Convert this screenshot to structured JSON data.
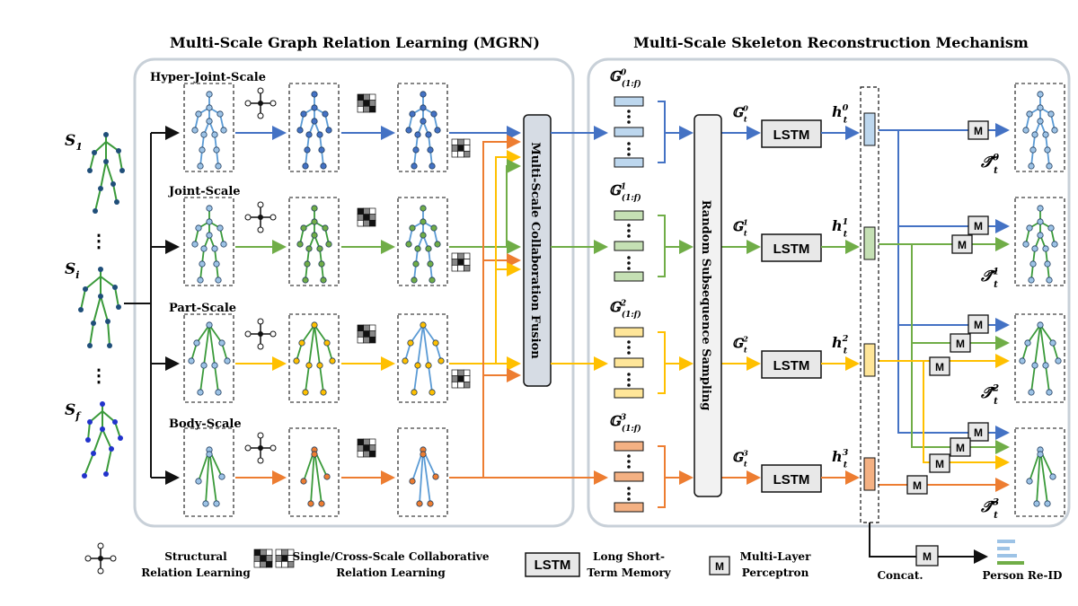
{
  "titles": {
    "mgrn": "Multi-Scale Graph Relation Learning (MGRN)",
    "recon": "Multi-Scale Skeleton Reconstruction Mechanism"
  },
  "scales": [
    "Hyper-Joint-Scale",
    "Joint-Scale",
    "Part-Scale",
    "Body-Scale"
  ],
  "sequence": {
    "s1": "S",
    "s1_sub": "1",
    "si": "S",
    "si_sub": "i",
    "sf": "S",
    "sf_sub": "f",
    "dots": "⋮"
  },
  "fusion_label": "Multi-Scale Collaboration Fusion",
  "sampling_label": "Random Subsequence Sampling",
  "graph_seq_labels": [
    {
      "base": "𝔾",
      "sup": "0",
      "sub": "(1:f)"
    },
    {
      "base": "𝔾",
      "sup": "1",
      "sub": "(1:f)"
    },
    {
      "base": "𝔾",
      "sup": "2",
      "sub": "(1:f)"
    },
    {
      "base": "𝔾",
      "sup": "3",
      "sub": "(1:f)"
    }
  ],
  "graph_t_labels": [
    {
      "base": "𝔾",
      "sup": "0",
      "sub": "t"
    },
    {
      "base": "𝔾",
      "sup": "1",
      "sub": "t"
    },
    {
      "base": "𝔾",
      "sup": "2",
      "sub": "t"
    },
    {
      "base": "𝔾",
      "sup": "3",
      "sub": "t"
    }
  ],
  "lstm_label": "LSTM",
  "h_labels": [
    {
      "base": "h",
      "sup": "0",
      "sub": "t"
    },
    {
      "base": "h",
      "sup": "1",
      "sub": "t"
    },
    {
      "base": "h",
      "sup": "2",
      "sub": "t"
    },
    {
      "base": "h",
      "sup": "3",
      "sub": "t"
    }
  ],
  "recon_labels": [
    {
      "base": "𝒯̂",
      "sup": "0",
      "sub": "t"
    },
    {
      "base": "𝒯̂",
      "sup": "1",
      "sub": "t"
    },
    {
      "base": "𝒯̂",
      "sup": "2",
      "sub": "t"
    },
    {
      "base": "𝒯̂",
      "sup": "3",
      "sub": "t"
    }
  ],
  "mlp_label": "M",
  "concat_label": "Concat.",
  "reid_label": "Person Re-ID",
  "legend": {
    "structural": [
      "Structural",
      "Relation Learning"
    ],
    "collab": [
      "Single/Cross-Scale Collaborative",
      "Relation Learning"
    ],
    "lstm_box": "LSTM",
    "lstm_text": [
      "Long Short-",
      "Term Memory"
    ],
    "m_box": "M",
    "m_text": [
      "Multi-Layer",
      "Perceptron"
    ]
  },
  "colors": {
    "hyper": "#4472c4",
    "joint": "#70ad47",
    "part": "#ffc000",
    "body": "#ed7d31",
    "panel_border": "#c8d0d8",
    "fusion_fill": "#d6dce4",
    "feat_hyper": "#bdd7ee",
    "feat_joint": "#c5e0b4",
    "feat_part": "#ffe699",
    "feat_body": "#f4b183",
    "reid_bar1": "#9dc3e6",
    "reid_bar2": "#70ad47"
  }
}
